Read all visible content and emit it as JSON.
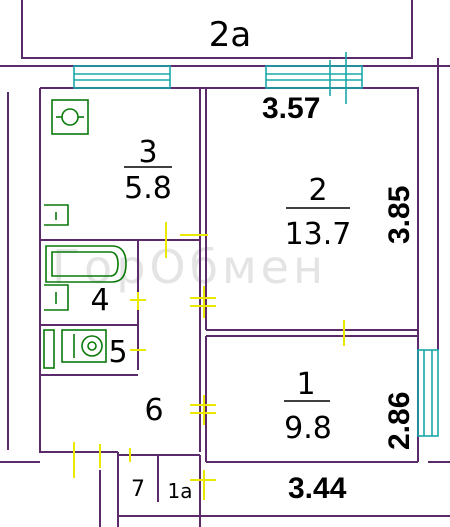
{
  "plan": {
    "watermark": "ГорОбмен",
    "rooms": [
      {
        "number": "2а"
      },
      {
        "number": "3",
        "area": "5.8"
      },
      {
        "number": "2",
        "area": "13.7"
      },
      {
        "number": "4"
      },
      {
        "number": "5"
      },
      {
        "number": "6"
      },
      {
        "number": "1",
        "area": "9.8"
      },
      {
        "number": "7"
      },
      {
        "number": "1а"
      }
    ],
    "dimensions": {
      "room2_width": "3.57",
      "room2_height": "3.85",
      "room1_height": "2.86",
      "room1_width": "3.44"
    }
  },
  "colors": {
    "wall": "#5a2a6a",
    "door": "#e8e800",
    "window": "#18a8a8",
    "fixture": "#0a7a0a"
  }
}
